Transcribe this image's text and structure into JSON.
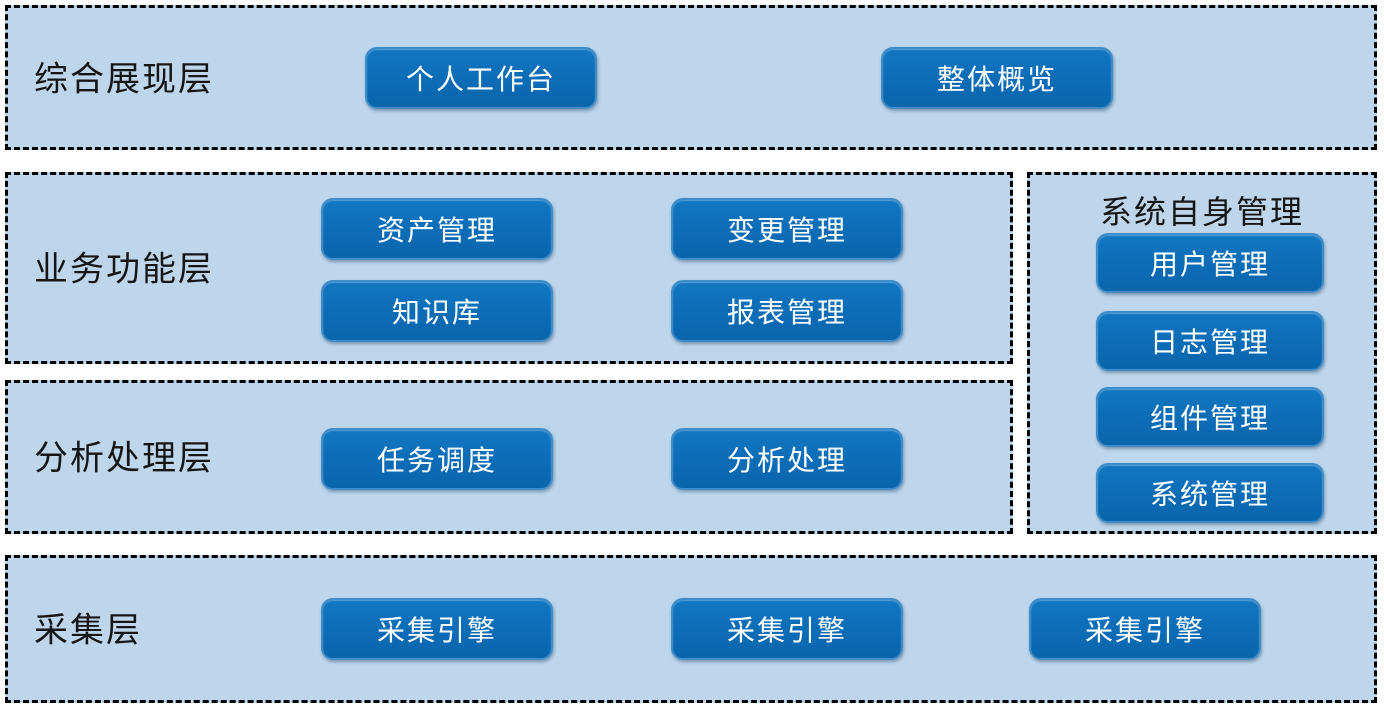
{
  "colors": {
    "band_background": "#bdd6ec",
    "band_border": "#000000",
    "node_fill": "#0c6cb6",
    "node_border": "#3f8cc9",
    "node_text": "#ffffff",
    "label_text": "#161616"
  },
  "diagram": {
    "type": "layered-architecture",
    "layers": {
      "display": {
        "label": "综合展现层",
        "buttons": [
          "个人工作台",
          "整体概览"
        ]
      },
      "business": {
        "label": "业务功能层",
        "buttons": [
          "资产管理",
          "变更管理",
          "知识库",
          "报表管理"
        ]
      },
      "analysis": {
        "label": "分析处理层",
        "buttons": [
          "任务调度",
          "分析处理"
        ]
      },
      "collection": {
        "label": "采集层",
        "buttons": [
          "采集引擎",
          "采集引擎",
          "采集引擎"
        ]
      },
      "system": {
        "title": "系统自身管理",
        "buttons": [
          "用户管理",
          "日志管理",
          "组件管理",
          "系统管理"
        ]
      }
    }
  }
}
